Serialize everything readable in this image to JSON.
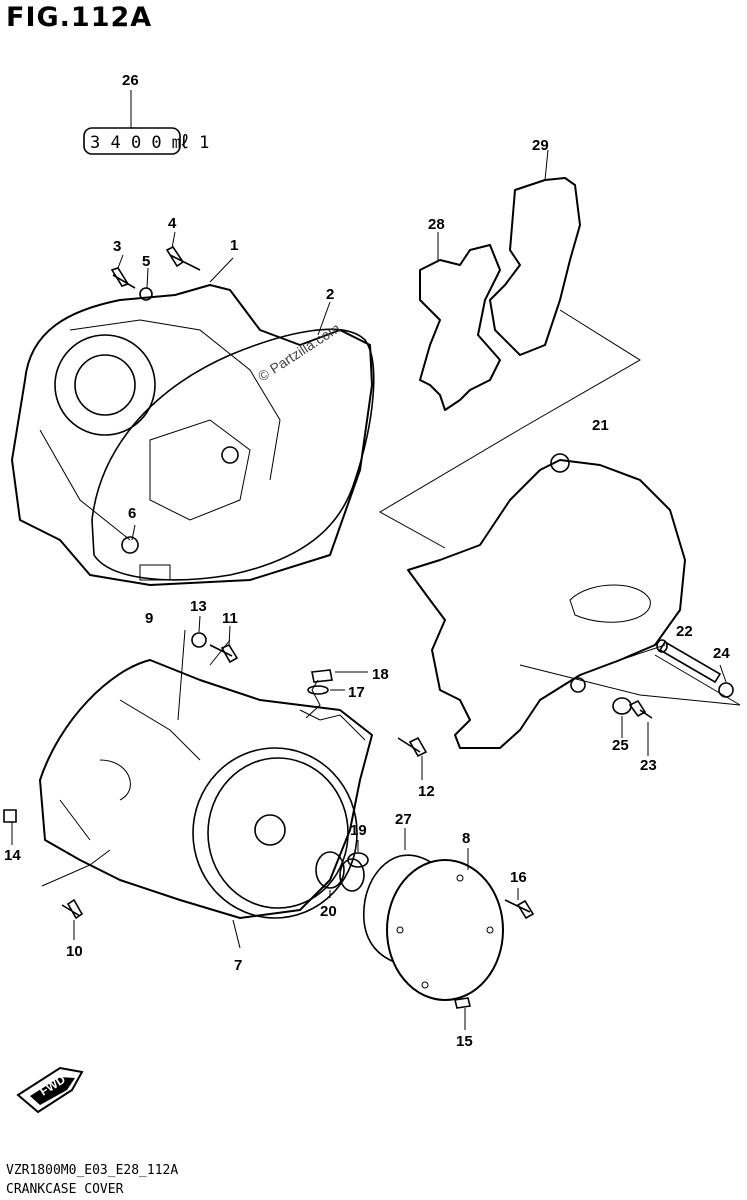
{
  "figure": {
    "title": "FIG.112A"
  },
  "sealant": {
    "label": "3 4 0 0 ㎖ 1"
  },
  "callouts": [
    {
      "id": "26",
      "label": "26"
    },
    {
      "id": "29",
      "label": "29"
    },
    {
      "id": "28",
      "label": "28"
    },
    {
      "id": "4",
      "label": "4"
    },
    {
      "id": "1",
      "label": "1"
    },
    {
      "id": "3",
      "label": "3"
    },
    {
      "id": "5",
      "label": "5"
    },
    {
      "id": "2",
      "label": "2"
    },
    {
      "id": "21",
      "label": "21"
    },
    {
      "id": "6",
      "label": "6"
    },
    {
      "id": "9",
      "label": "9"
    },
    {
      "id": "13",
      "label": "13"
    },
    {
      "id": "11",
      "label": "11"
    },
    {
      "id": "22",
      "label": "22"
    },
    {
      "id": "24",
      "label": "24"
    },
    {
      "id": "18",
      "label": "18"
    },
    {
      "id": "17",
      "label": "17"
    },
    {
      "id": "25",
      "label": "25"
    },
    {
      "id": "23",
      "label": "23"
    },
    {
      "id": "12",
      "label": "12"
    },
    {
      "id": "27",
      "label": "27"
    },
    {
      "id": "19",
      "label": "19"
    },
    {
      "id": "8",
      "label": "8"
    },
    {
      "id": "14",
      "label": "14"
    },
    {
      "id": "16",
      "label": "16"
    },
    {
      "id": "20",
      "label": "20"
    },
    {
      "id": "10",
      "label": "10"
    },
    {
      "id": "7",
      "label": "7"
    },
    {
      "id": "15",
      "label": "15"
    }
  ],
  "watermark": "© Partzilla.com",
  "fwd_label": "FWD",
  "footer": {
    "code": "VZR1800M0_E03_E28_112A",
    "name": "CRANKCASE COVER"
  }
}
